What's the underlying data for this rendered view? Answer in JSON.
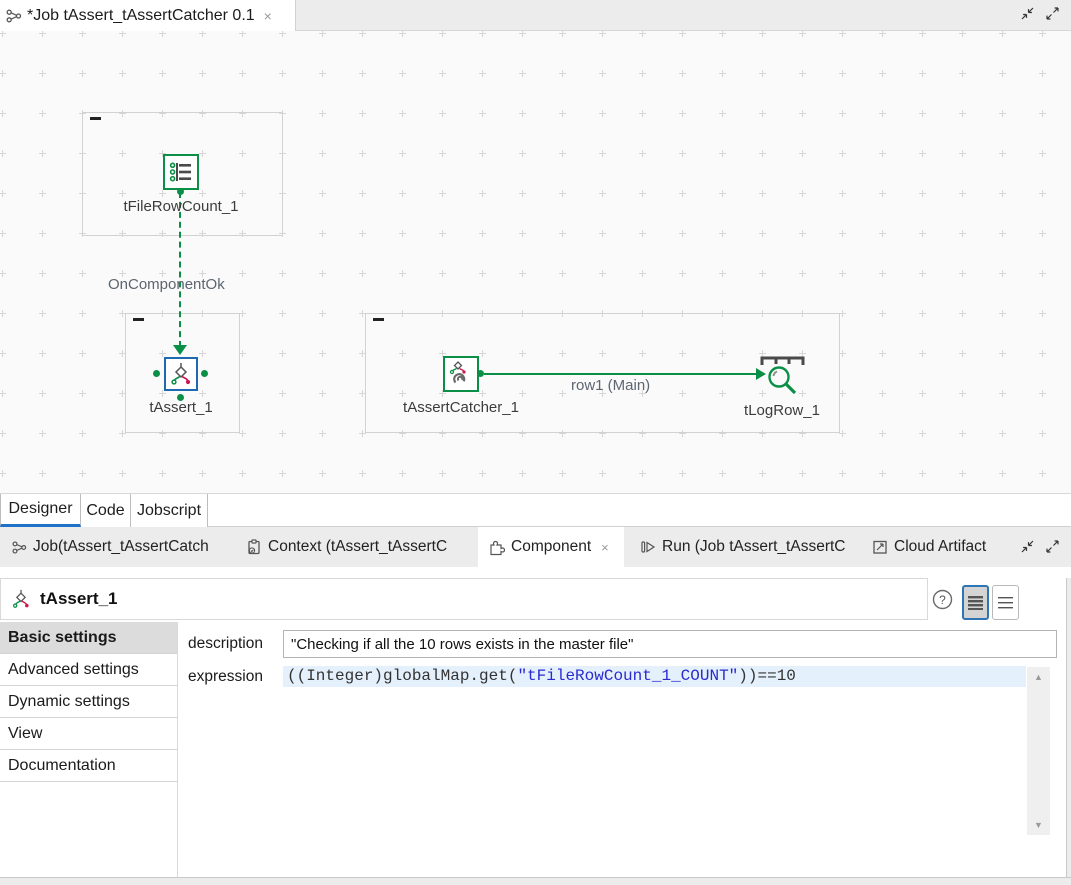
{
  "window": {
    "editor_tab": {
      "icon": "job-icon",
      "title": "*Job tAssert_tAssertCatcher 0.1",
      "close_label": "×"
    }
  },
  "canvas": {
    "components": [
      {
        "name": "tFileRowCount_1",
        "icon": "file-row-count-icon"
      },
      {
        "name": "tAssert_1",
        "icon": "assert-icon"
      },
      {
        "name": "tAssertCatcher_1",
        "icon": "assert-catcher-icon"
      },
      {
        "name": "tLogRow_1",
        "icon": "log-row-icon"
      }
    ],
    "connections": [
      {
        "label": "OnComponentOk",
        "style": "dashed-green",
        "from": "tFileRowCount_1",
        "to": "tAssert_1"
      },
      {
        "label": "row1 (Main)",
        "style": "solid-green",
        "from": "tAssertCatcher_1",
        "to": "tLogRow_1"
      }
    ]
  },
  "view_tabs": [
    {
      "label": "Designer",
      "active": true
    },
    {
      "label": "Code",
      "active": false
    },
    {
      "label": "Jobscript",
      "active": false
    }
  ],
  "panel_tabs": [
    {
      "label": "Job(tAssert_tAssertCatch",
      "icon": "job-icon",
      "active": false
    },
    {
      "label": "Context (tAssert_tAssertC",
      "icon": "context-icon",
      "active": false
    },
    {
      "label": "Component",
      "icon": "component-icon",
      "active": true,
      "close_label": "×"
    },
    {
      "label": "Run (Job tAssert_tAssertC",
      "icon": "run-icon",
      "active": false
    },
    {
      "label": "Cloud Artifact",
      "icon": "cloud-artifact-icon",
      "active": false
    }
  ],
  "component_panel": {
    "title": "tAssert_1",
    "help_label": "?",
    "sidebar": [
      {
        "label": "Basic settings",
        "active": true
      },
      {
        "label": "Advanced settings",
        "active": false
      },
      {
        "label": "Dynamic settings",
        "active": false
      },
      {
        "label": "View",
        "active": false
      },
      {
        "label": "Documentation",
        "active": false
      }
    ],
    "description": {
      "label": "description",
      "value": "\"Checking if all the 10 rows exists in the master file\""
    },
    "expression": {
      "label": "expression",
      "code_prefix": "((Integer)globalMap.get(",
      "code_string": "\"tFileRowCount_1_COUNT\"",
      "code_suffix": "))==10"
    },
    "scrollbar": {
      "up_glyph": "▲",
      "down_glyph": "▼"
    }
  },
  "colors": {
    "talend_green": "#0a8f46",
    "assert_blue": "#1e6ab0",
    "error_red": "#c81a4f",
    "string_blue": "#2a2ad0",
    "active_tab_underline": "#1d71c7",
    "line_highlight": "#e4f0fb"
  }
}
